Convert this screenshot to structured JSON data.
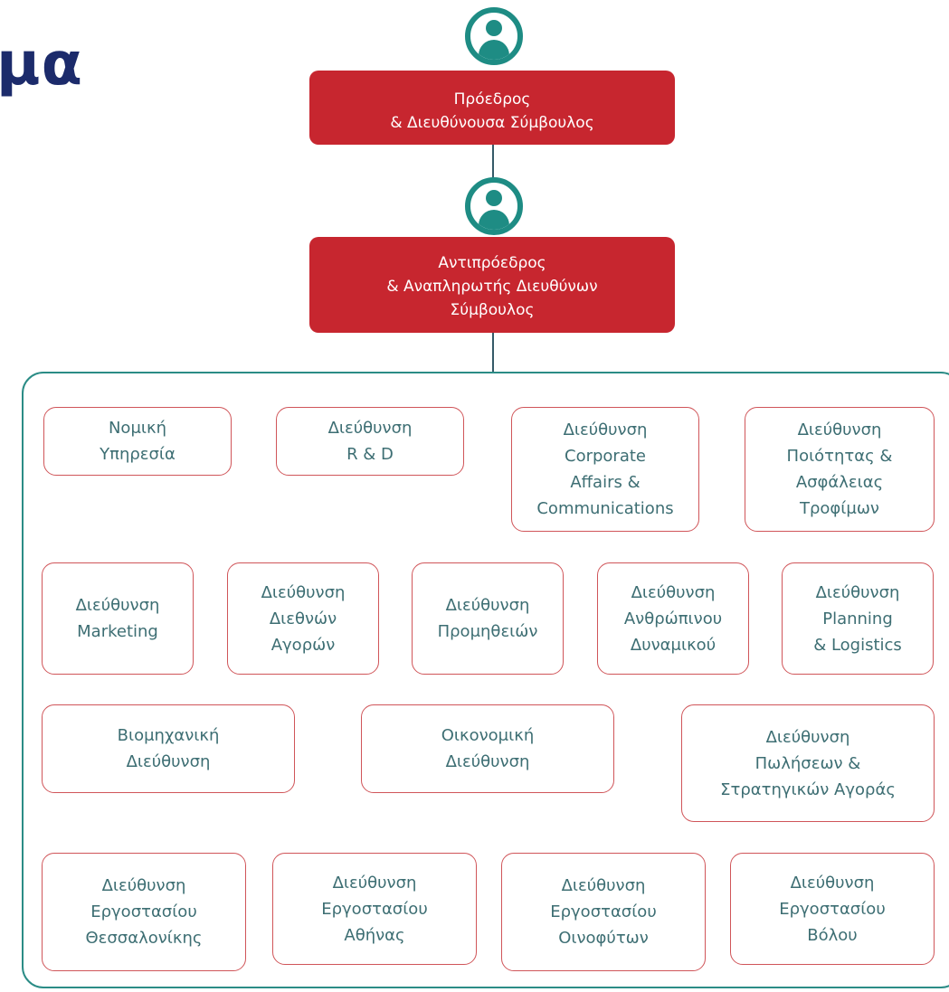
{
  "page": {
    "heading_fragment": "μα"
  },
  "executives": {
    "ceo": {
      "line1": "Πρόεδρος",
      "line2": "& Διευθύνουσα Σύμβουλος"
    },
    "deputy": {
      "line1": "Αντιπρόεδρος",
      "line2": "& Αναπληρωτής Διευθύνων",
      "line3": "Σύμβουλος"
    }
  },
  "departments": {
    "row1": [
      {
        "lines": [
          "Νομική",
          "Υπηρεσία"
        ]
      },
      {
        "lines": [
          "Διεύθυνση",
          "R & D"
        ]
      },
      {
        "lines": [
          "Διεύθυνση",
          "Corporate",
          "Affairs &",
          "Communications"
        ]
      },
      {
        "lines": [
          "Διεύθυνση",
          "Ποιότητας &",
          "Ασφάλειας",
          "Τροφίμων"
        ]
      }
    ],
    "row2": [
      {
        "lines": [
          "Διεύθυνση",
          "Marketing"
        ]
      },
      {
        "lines": [
          "Διεύθυνση",
          "Διεθνών",
          "Αγορών"
        ]
      },
      {
        "lines": [
          "Διεύθυνση",
          "Προμηθειών"
        ]
      },
      {
        "lines": [
          "Διεύθυνση",
          "Ανθρώπινου",
          "Δυναμικού"
        ]
      },
      {
        "lines": [
          "Διεύθυνση",
          "Planning",
          "& Logistics"
        ]
      }
    ],
    "row3": [
      {
        "lines": [
          "Βιομηχανική",
          "Διεύθυνση"
        ]
      },
      {
        "lines": [
          "Οικονομική",
          "Διεύθυνση"
        ]
      },
      {
        "lines": [
          "Διεύθυνση",
          "Πωλήσεων &",
          "Στρατηγικών Αγοράς"
        ]
      }
    ],
    "row4": [
      {
        "lines": [
          "Διεύθυνση",
          "Εργοστασίου",
          "Θεσσαλονίκης"
        ]
      },
      {
        "lines": [
          "Διεύθυνση",
          "Εργοστασίου",
          "Αθήνας"
        ]
      },
      {
        "lines": [
          "Διεύθυνση",
          "Εργοστασίου",
          "Οινοφύτων"
        ]
      },
      {
        "lines": [
          "Διεύθυνση",
          "Εργοστασίου",
          "Βόλου"
        ]
      }
    ]
  },
  "colors": {
    "executive_fill": "#c7262f",
    "department_border": "#d05559",
    "department_text": "#3d6e73",
    "panel_border": "#2b8c86",
    "icon_teal": "#1e8c84",
    "heading": "#1c2b6b"
  },
  "icons": {
    "executive_icon": "person-icon"
  }
}
